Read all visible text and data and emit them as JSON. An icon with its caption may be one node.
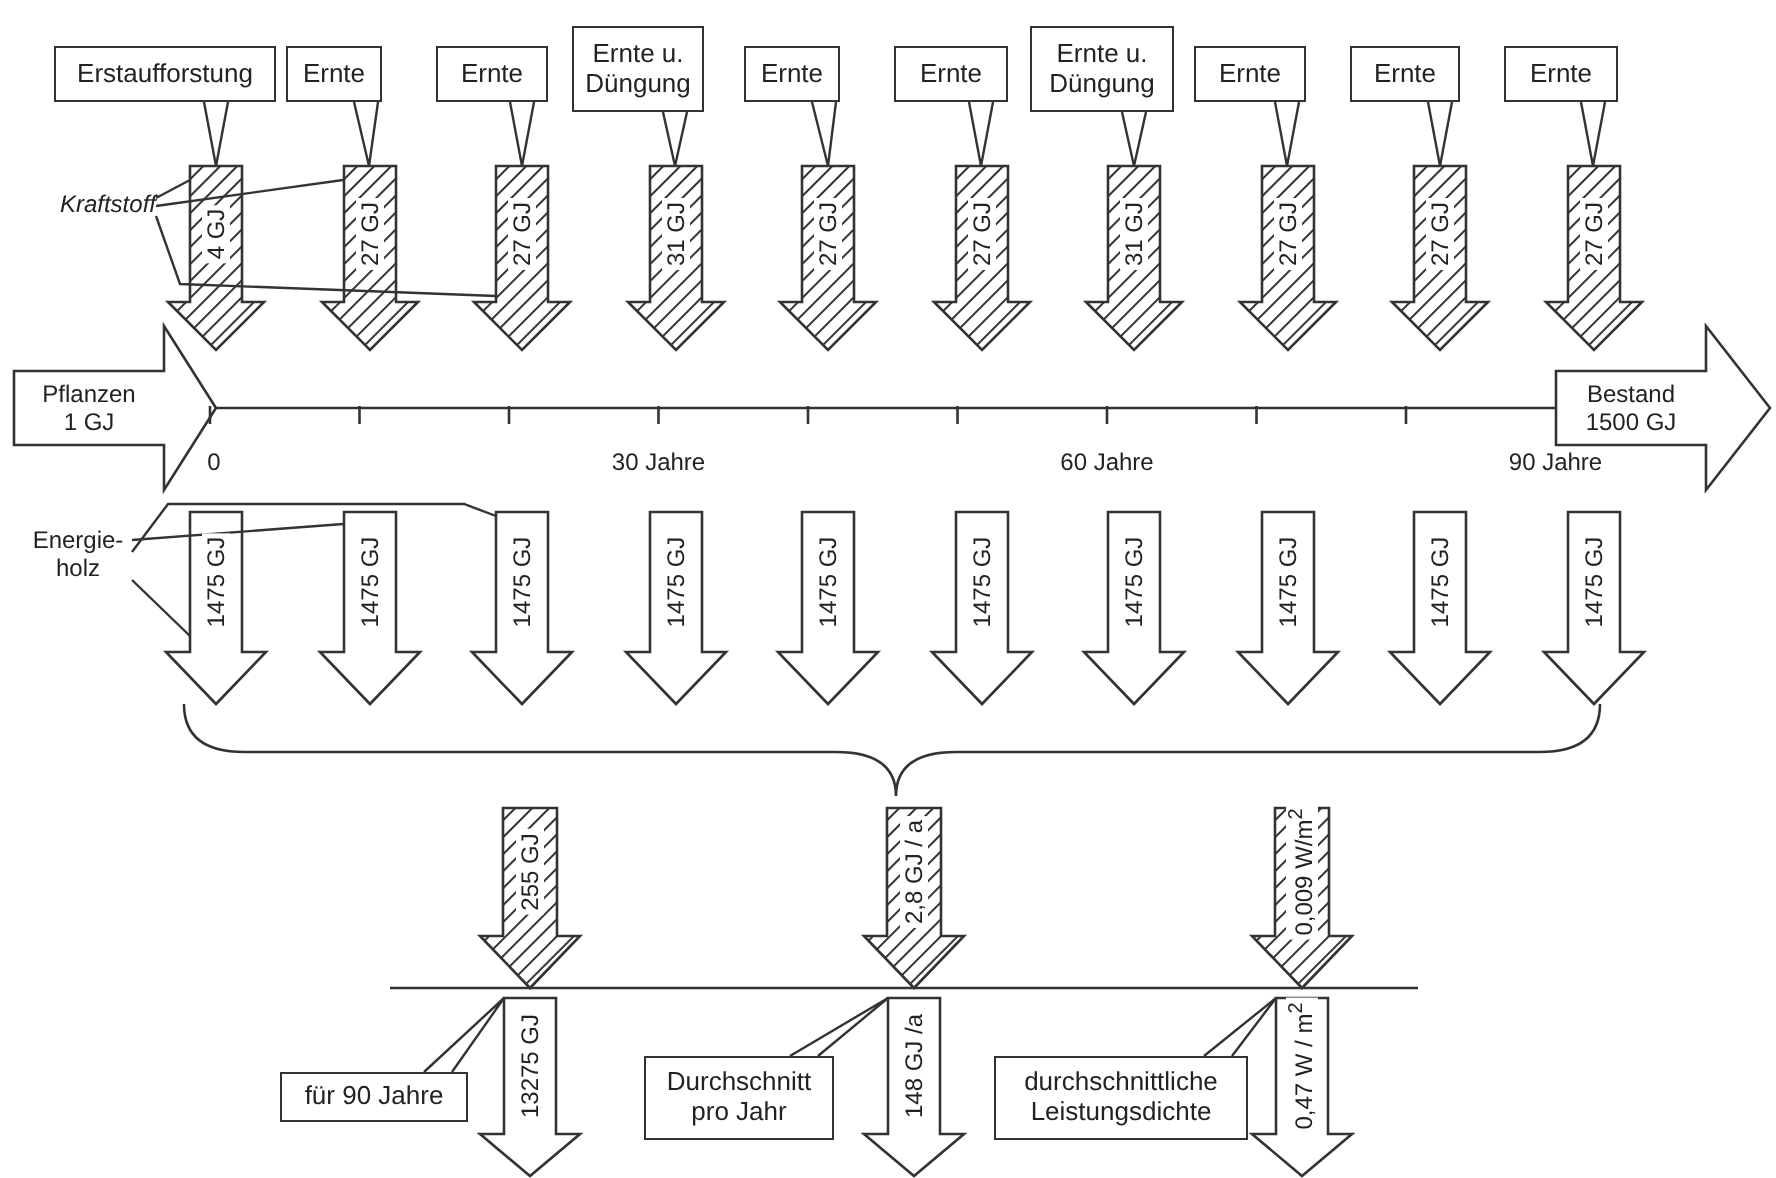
{
  "diagram": {
    "nodes": [
      {
        "text": [
          "Erstaufforstung"
        ]
      },
      {
        "text": [
          "Ernte"
        ]
      },
      {
        "text": [
          "Ernte"
        ]
      },
      {
        "text": [
          "Ernte u. Düngung"
        ]
      },
      {
        "text": [
          "Ernte"
        ]
      },
      {
        "text": [
          "Ernte"
        ]
      },
      {
        "text": [
          "Ernte u. Düngung"
        ]
      },
      {
        "text": [
          "Ernte"
        ]
      },
      {
        "text": [
          "Ernte"
        ]
      },
      {
        "text": [
          "Ernte"
        ]
      },
      {
        "text": [
          "4 GJ"
        ]
      },
      {
        "text": [
          "27 GJ"
        ]
      },
      {
        "text": [
          "27 GJ"
        ]
      },
      {
        "text": [
          "31 GJ"
        ]
      },
      {
        "text": [
          "27 GJ"
        ]
      },
      {
        "text": [
          "27 GJ"
        ]
      },
      {
        "text": [
          "31 GJ"
        ]
      },
      {
        "text": [
          "27 GJ"
        ]
      },
      {
        "text": [
          "27 GJ"
        ]
      },
      {
        "text": [
          "27 GJ"
        ]
      },
      {
        "text": [
          "Kraftstoff"
        ]
      },
      {
        "text": [
          "Pflanzen 1 GJ"
        ]
      },
      {
        "text": [
          "Bestand 1500 GJ"
        ]
      },
      {
        "text": [
          "1475 GJ"
        ]
      },
      {
        "text": [
          "1475 GJ"
        ]
      },
      {
        "text": [
          "1475 GJ"
        ]
      },
      {
        "text": [
          "1475 GJ"
        ]
      },
      {
        "text": [
          "1475 GJ"
        ]
      },
      {
        "text": [
          "1475 GJ"
        ]
      },
      {
        "text": [
          "1475 GJ"
        ]
      },
      {
        "text": [
          "1475 GJ"
        ]
      },
      {
        "text": [
          "1475 GJ"
        ]
      },
      {
        "text": [
          "1475 GJ"
        ]
      },
      {
        "text": [
          "Energie- holz"
        ]
      },
      {
        "text": [
          "255 GJ"
        ]
      },
      {
        "text": [
          "2,8 GJ / a"
        ]
      },
      {
        "text": [
          "0,009 W/m$^{2}$"
        ]
      },
      {
        "text": [
          "13275 GJ"
        ]
      },
      {
        "text": [
          "148 GJ /a"
        ]
      },
      {
        "text": [
          "0,47 W / m$^{2}$"
        ]
      },
      {
        "text": [
          "für 90 Jahre"
        ]
      },
      {
        "text": [
          "Durchschnitt pro Jahr"
        ]
      },
      {
        "text": [
          "durchschnittliche Leistungsdichte"
        ]
      }
    ],
    "edges": [
      {
        "from": 0,
        "to": 10,
        "arrow": "none"
      },
      {
        "from": 1,
        "to": 11,
        "arrow": "none"
      },
      {
        "from": 2,
        "to": 12,
        "arrow": "none"
      },
      {
        "from": 3,
        "to": 13,
        "arrow": "none"
      },
      {
        "from": 4,
        "to": 14,
        "arrow": "none"
      },
      {
        "from": 5,
        "to": 15,
        "arrow": "none"
      },
      {
        "from": 6,
        "to": 16,
        "arrow": "none"
      },
      {
        "from": 7,
        "to": 17,
        "arrow": "none"
      },
      {
        "from": 8,
        "to": 18,
        "arrow": "none"
      },
      {
        "from": 9,
        "to": 19,
        "arrow": "none"
      },
      {
        "from": 20,
        "to": 10,
        "arrow": "none"
      },
      {
        "from": 20,
        "to": 11,
        "arrow": "none"
      },
      {
        "from": 20,
        "to": 12,
        "arrow": "none"
      },
      {
        "from": 33,
        "to": 23,
        "arrow": "none"
      },
      {
        "from": 33,
        "to": 24,
        "arrow": "none"
      },
      {
        "from": 33,
        "to": 25,
        "arrow": "none"
      },
      {
        "from": 40,
        "to": 37,
        "arrow": "none"
      },
      {
        "from": 41,
        "to": 38,
        "arrow": "none"
      },
      {
        "from": 42,
        "to": 39,
        "arrow": "none"
      },
      {
        "from": 21,
        "to": 22,
        "arrow": "none"
      }
    ],
    "labels": [
      "0",
      "30 Jahre",
      "60 Jahre",
      "90 Jahre"
    ]
  }
}
